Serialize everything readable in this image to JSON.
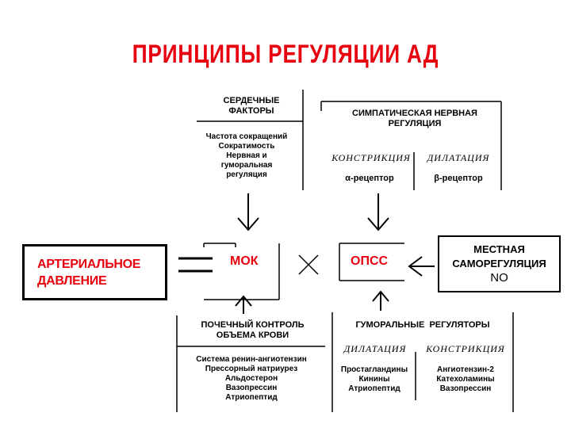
{
  "title": "ПРИНЦИПЫ РЕГУЛЯЦИИ АД",
  "colors": {
    "accent": "#e8000f",
    "line": "#000000"
  },
  "cardiac": {
    "heading": [
      "СЕРДЕЧНЫЕ",
      "ФАКТОРЫ"
    ],
    "items": [
      "Частота сокращений",
      "Сократимость",
      "Нервная и",
      "гуморальная",
      "регуляция"
    ]
  },
  "sympathetic": {
    "heading": [
      "СИМПАТИЧЕСКАЯ НЕРВНАЯ",
      "РЕГУЛЯЦИЯ"
    ],
    "left_label": "КОНСТРИКЦИЯ",
    "right_label": "ДИЛАТАЦИЯ",
    "left_receptor": "α-рецептор",
    "right_receptor": "β-рецептор"
  },
  "arterial": {
    "lines": [
      "АРТЕРИАЛЬНОЕ",
      "ДАВЛЕНИЕ"
    ]
  },
  "mok": "МОК",
  "opss": "ОПСС",
  "local": {
    "lines": [
      "МЕСТНАЯ",
      "САМОРЕГУЛЯЦИЯ"
    ],
    "no": "NO"
  },
  "renal": {
    "heading": [
      "ПОЧЕЧНЫЙ КОНТРОЛЬ",
      "ОБЪЕМА КРОВИ"
    ],
    "items": [
      "Система ренин-ангиотензин",
      "Прессорный натриурез",
      "Альдостерон",
      "Вазопрессин",
      "Атриопептид"
    ]
  },
  "humoral": {
    "heading": "ГУМОРАЛЬНЫЕ  РЕГУЛЯТОРЫ",
    "left_label": "ДИЛАТАЦИЯ",
    "right_label": "КОНСТРИКЦИЯ",
    "left_items": [
      "Простагландины",
      "Кинины",
      "Атриопептид"
    ],
    "right_items": [
      "Ангиотензин-2",
      "Катехоламины",
      "Вазопрессин"
    ]
  }
}
